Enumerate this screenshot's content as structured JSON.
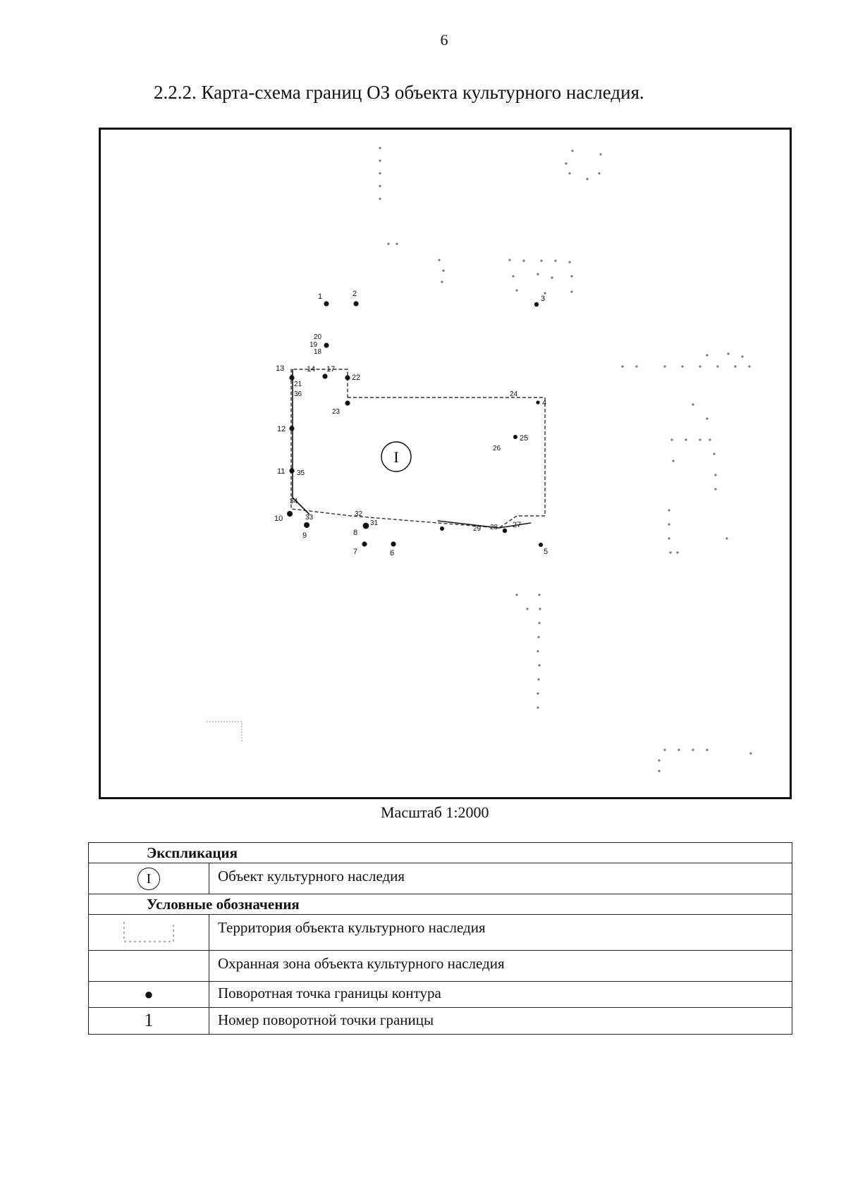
{
  "page_number": "6",
  "heading": "2.2.2. Карта-схема границ ОЗ объекта культурного наследия.",
  "map": {
    "object_label": "I",
    "point_labels": {
      "p1": "1",
      "p2": "2",
      "p3": "3",
      "p4": "4",
      "p5": "5",
      "p6": "6",
      "p7": "7",
      "p8": "8",
      "p9": "9",
      "p10": "10",
      "p11": "11",
      "p12": "12",
      "p13": "13",
      "p14": "14",
      "p17": "17",
      "p18": "18",
      "p19": "19",
      "p20": "20",
      "p21": "21",
      "p22": "22",
      "p23": "23",
      "p24": "24",
      "p25": "25",
      "p26": "26",
      "p27": "27",
      "p28": "28",
      "p29": "29",
      "p31": "31",
      "p32": "32",
      "p33": "33",
      "p34": "34",
      "p35": "35",
      "p36": "36"
    }
  },
  "scale": "Масштаб 1:2000",
  "legend": {
    "explication_title": "Экспликация",
    "object_symbol": "I",
    "object_text": "Объект культурного наследия",
    "symbols_title": "Условные обозначения",
    "territory_text": "Территория объекта культурного наследия",
    "zone_text": "Охранная зона объекта культурного наследия",
    "point_symbol": "●",
    "point_text": "Поворотная точка границы контура",
    "number_symbol": "1",
    "number_text": "Номер поворотной точки границы"
  }
}
